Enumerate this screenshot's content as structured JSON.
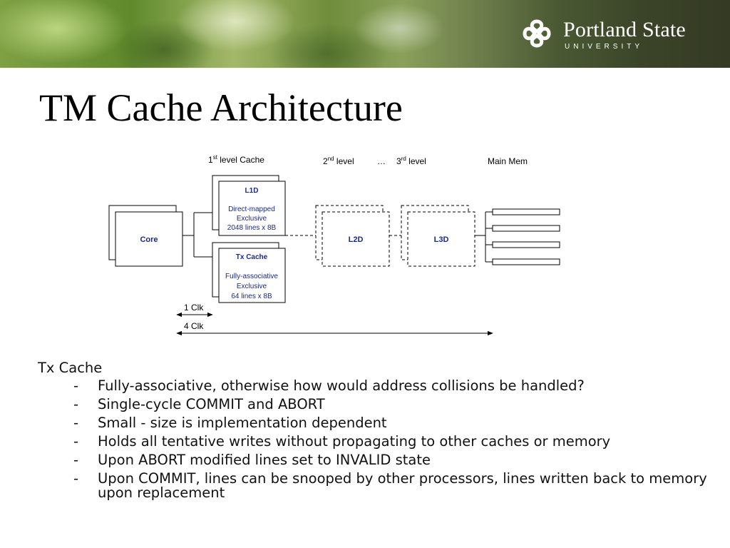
{
  "header": {
    "logo": {
      "name": "Portland State",
      "sub": "UNIVERSITY"
    }
  },
  "slide": {
    "title": "TM Cache Architecture"
  },
  "diagram": {
    "labels": {
      "l1_heading_pre": "1",
      "l1_heading_sup": "st",
      "l1_heading_post": " level Cache",
      "l2_heading_pre": "2",
      "l2_heading_sup": "nd",
      "l2_heading_post": " level",
      "ellipsis": "…",
      "l3_heading_pre": "3",
      "l3_heading_sup": "rd",
      "l3_heading_post": " level",
      "main_mem": "Main Mem"
    },
    "core": "Core",
    "l1d": {
      "title": "L1D",
      "line1": "Direct-mapped",
      "line2": "Exclusive",
      "line3": "2048 lines x 8B"
    },
    "tx_cache": {
      "title": "Tx Cache",
      "line1": "Fully-associative",
      "line2": "Exclusive",
      "line3": "64 lines x 8B"
    },
    "l2d": "L2D",
    "l3d": "L3D",
    "timing": {
      "one": "1 Clk",
      "four": "4 Clk"
    },
    "colors": {
      "box_text": "#1a2a8a",
      "line": "#000000"
    }
  },
  "content": {
    "heading": "Tx Cache",
    "bullets": [
      "Fully-associative, otherwise how would address collisions be handled?",
      "Single-cycle COMMIT and ABORT",
      "Small - size is implementation dependent",
      "Holds all tentative writes without propagating to other caches or memory",
      "Upon ABORT modified lines set to INVALID state",
      "Upon COMMIT, lines can be snooped by other processors, lines written back to memory upon replacement"
    ]
  }
}
